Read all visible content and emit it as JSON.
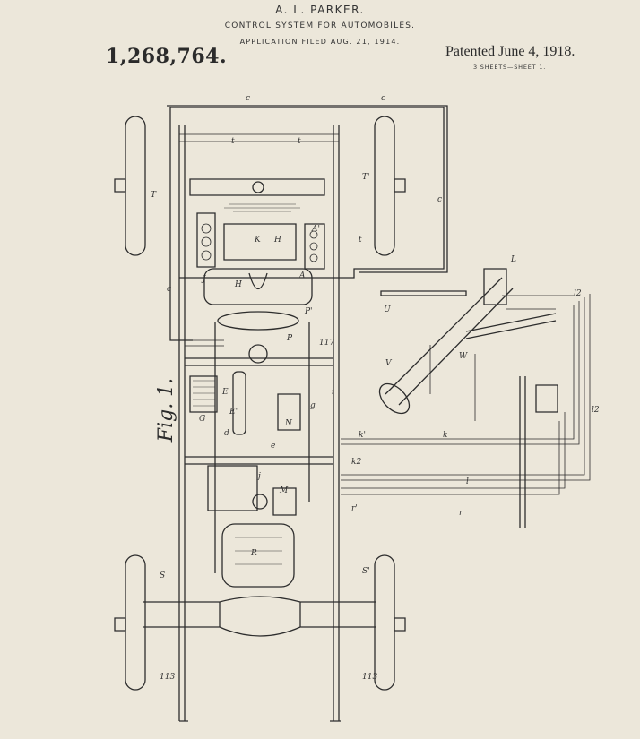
{
  "header": {
    "inventor": "A. L. PARKER.",
    "title": "CONTROL SYSTEM FOR AUTOMOBILES.",
    "filed": "APPLICATION FILED AUG. 21, 1914.",
    "patent_number": "1,268,764.",
    "patented": "Patented June 4, 1918.",
    "sheets": "3 SHEETS—SHEET 1."
  },
  "figure": {
    "label": "Fig. 1.",
    "labels": [
      "c",
      "c",
      "c",
      "c",
      "t",
      "t",
      "t",
      "T",
      "T'",
      "A",
      "A'",
      "J",
      "H",
      "H",
      "K",
      "P",
      "P'",
      "117",
      "G",
      "E",
      "E'",
      "N",
      "M",
      "R",
      "S",
      "S'",
      "113",
      "113",
      "U",
      "V",
      "W",
      "L",
      "k'",
      "k",
      "k2",
      "l2",
      "l2",
      "l",
      "r",
      "r'",
      "d",
      "e",
      "g",
      "i",
      "j"
    ]
  }
}
